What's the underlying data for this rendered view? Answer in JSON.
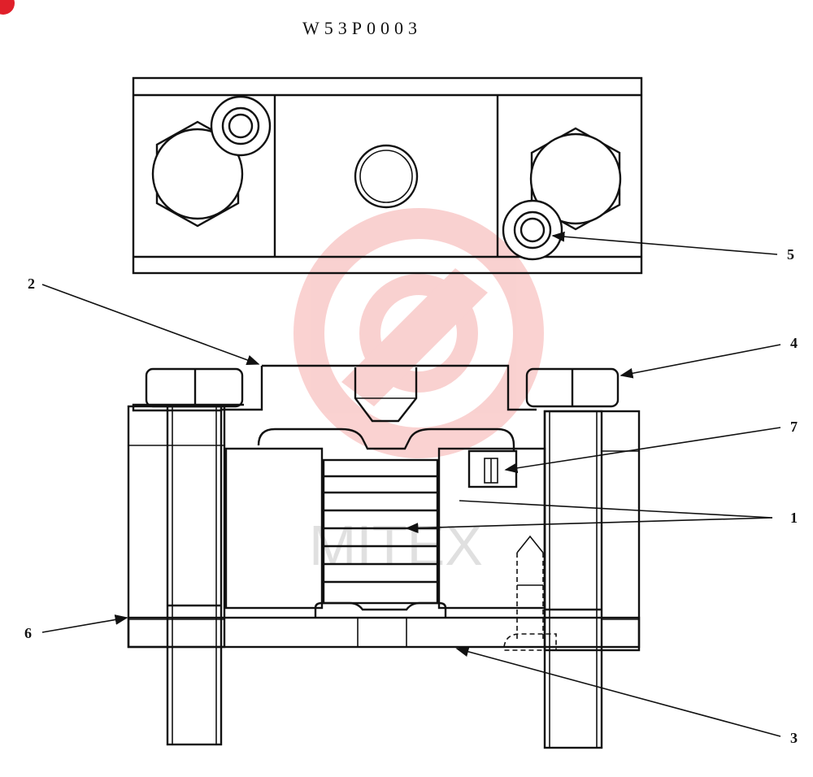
{
  "drawing": {
    "part_number": "W53P0003",
    "watermark_text": "MITEX",
    "watermark_color": "#e8312f",
    "corner_badge_color": "#e0202a"
  },
  "callouts": {
    "c1": "1",
    "c2": "2",
    "c3": "3",
    "c4": "4",
    "c5": "5",
    "c6": "6",
    "c7": "7"
  }
}
